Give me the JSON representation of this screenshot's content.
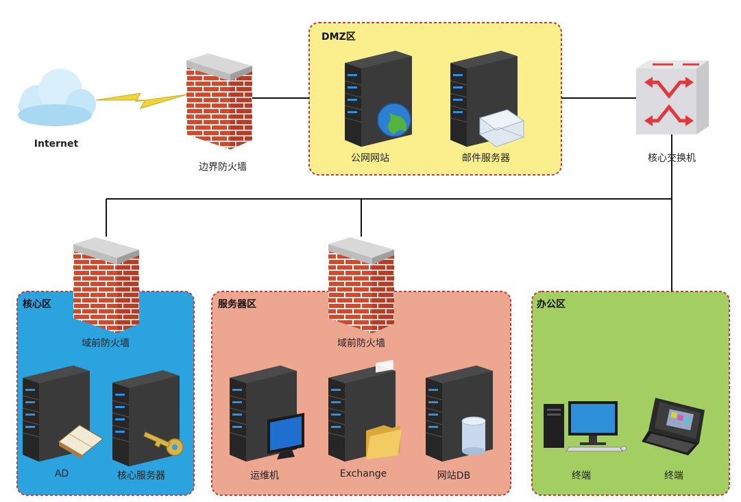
{
  "zones": {
    "dmz": {
      "title": "DMZ区",
      "fill": "#fbee8c",
      "border": "#c23a3a"
    },
    "core": {
      "title": "核心区",
      "fill": "#2aa3de",
      "border": "#c23a3a"
    },
    "server": {
      "title": "服务器区",
      "fill": "#eda791",
      "border": "#c23a3a"
    },
    "office": {
      "title": "办公区",
      "fill": "#a3ce62",
      "border": "#c23a3a"
    }
  },
  "nodes": {
    "internet": "Internet",
    "border_firewall": "边界防火墙",
    "public_website": "公网网站",
    "mail_server": "邮件服务器",
    "core_switch": "核心交换机",
    "core_zone_firewall": "域前防火墙",
    "server_zone_firewall": "域前防火墙",
    "ad": "AD",
    "core_server": "核心服务器",
    "ops": "运维机",
    "exchange": "Exchange",
    "web_db": "网站DB",
    "terminal_desktop": "终端",
    "terminal_laptop": "终端"
  },
  "icons": {
    "internet": "cloud-icon",
    "firewall": "firewall-icon",
    "server": "server-icon",
    "switch": "switch-icon",
    "desktop": "desktop-icon",
    "laptop": "laptop-icon"
  },
  "colors": {
    "line": "#111111",
    "brick": "#d9472b",
    "server_body": "#2e2e2e"
  }
}
